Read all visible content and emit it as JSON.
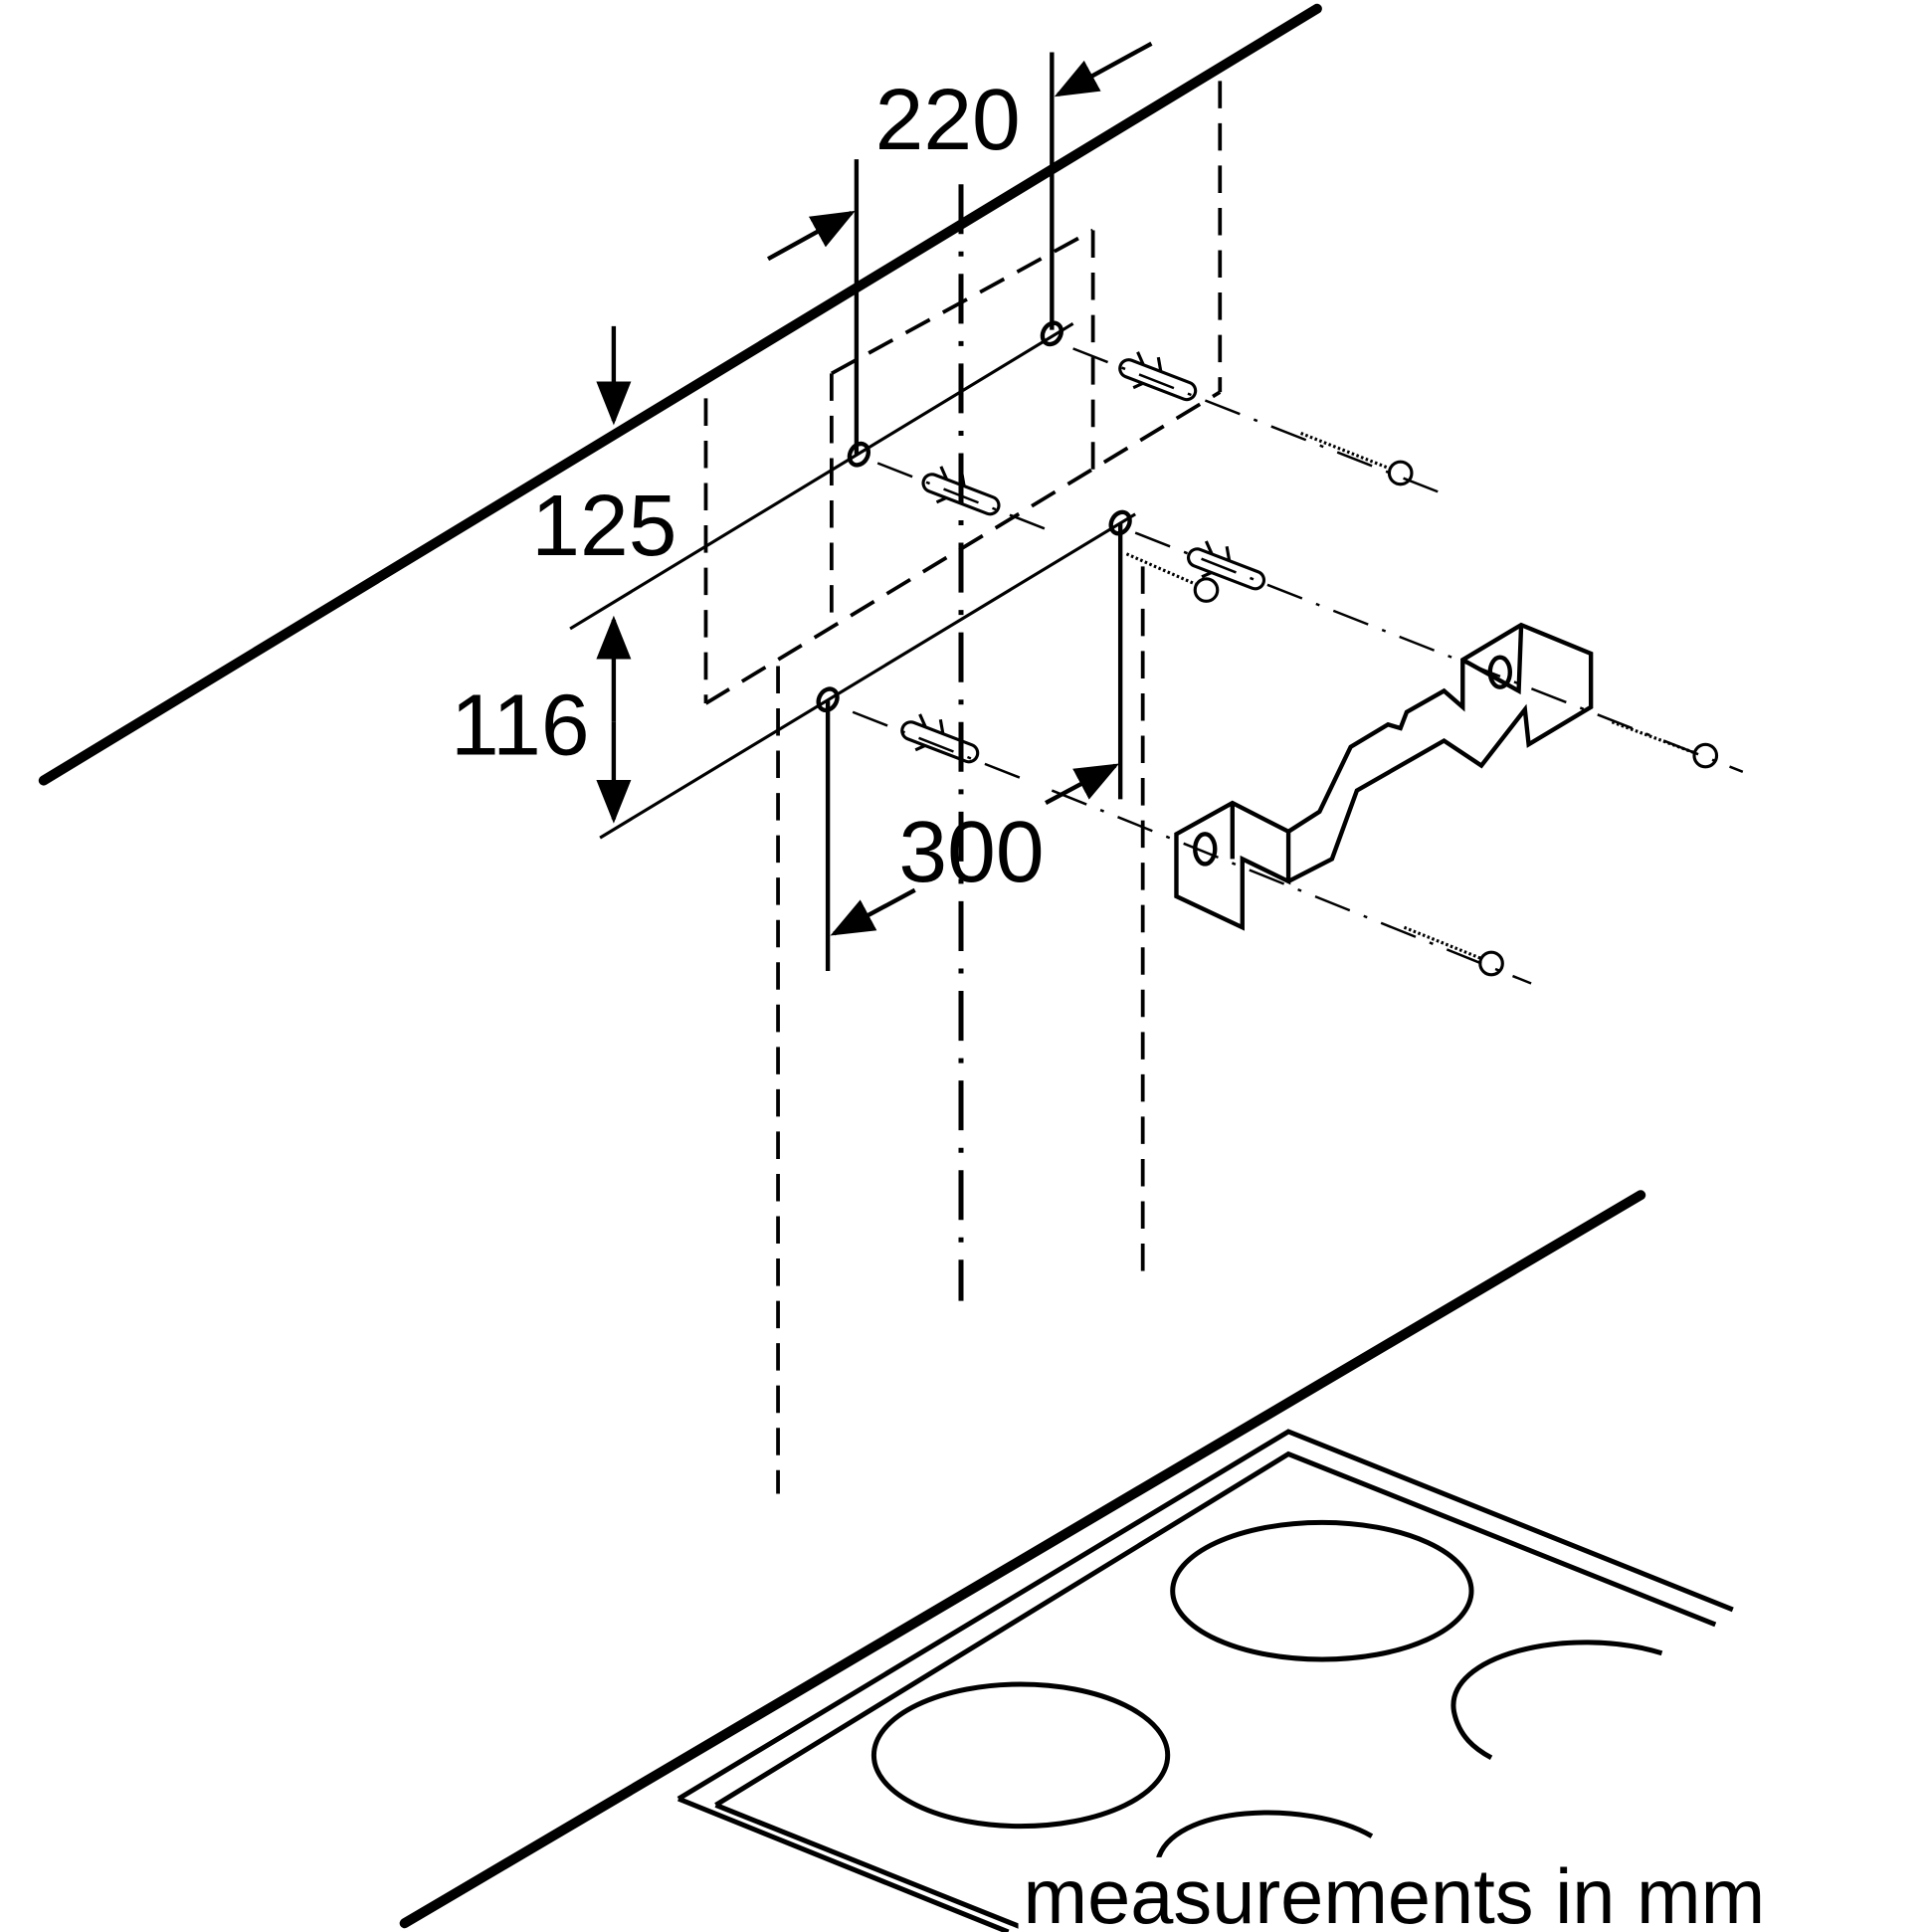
{
  "dimensions": {
    "width_between_holes": "220",
    "top_offset": "125",
    "vertical_hole_spacing": "116",
    "horizontal_hole_spacing": "300"
  },
  "caption": "measurements in mm",
  "colors": {
    "ink": "#000000",
    "background": "#ffffff"
  }
}
